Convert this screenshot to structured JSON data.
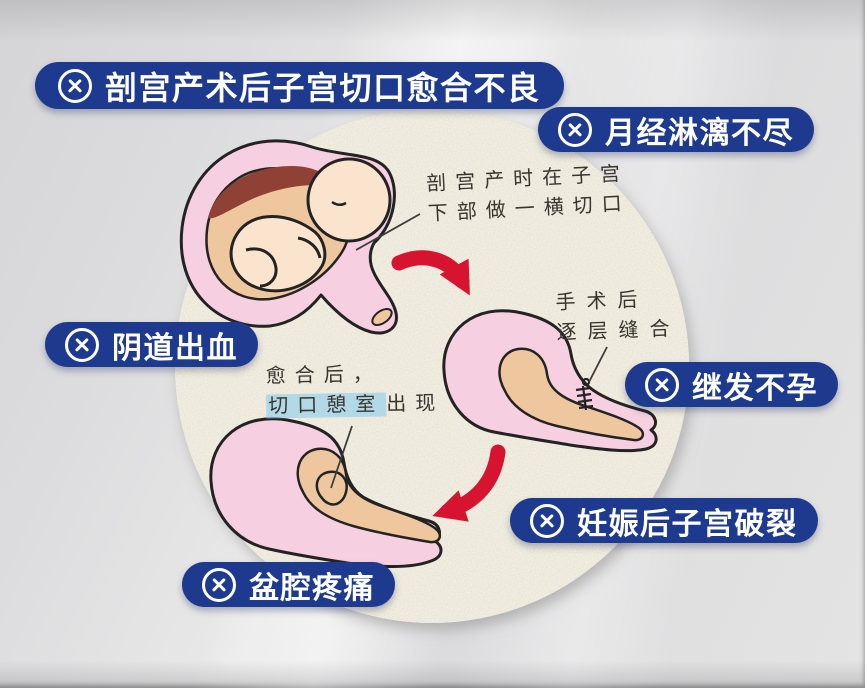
{
  "labels": [
    {
      "id": "poor-incision-healing",
      "icon": "circle-x",
      "text": "剖宫产术后子宫切口愈合不良"
    },
    {
      "id": "prolonged-menstruation",
      "icon": "circle-x",
      "text": "月经淋漓不尽"
    },
    {
      "id": "vaginal-bleeding",
      "icon": "circle-x",
      "text": "阴道出血"
    },
    {
      "id": "secondary-infertility",
      "icon": "circle-x",
      "text": "继发不孕"
    },
    {
      "id": "uterine-rupture",
      "icon": "circle-x",
      "text": "妊娠后子宫破裂"
    },
    {
      "id": "pelvic-pain",
      "icon": "circle-x",
      "text": "盆腔疼痛"
    }
  ],
  "notes": {
    "incision": {
      "line1": "剖宫产时在子宫",
      "line2": "下部做一横切口"
    },
    "suture": {
      "line1": "手术后",
      "line2": "逐层缝合"
    },
    "niche": {
      "line1": "愈合后，",
      "highlight": "切口憩室",
      "tail": "出现"
    }
  },
  "colors": {
    "navy": "#1d3a8e",
    "arrow_red": "#d6142f",
    "paper_circle": "#f3f0e3",
    "uterus_pink": "#f6cfe1",
    "cavity_skin": "#efc79e",
    "placenta": "#8e4134",
    "highlight_blue": "#8acdec",
    "background_gray": "#dfdfe1"
  }
}
